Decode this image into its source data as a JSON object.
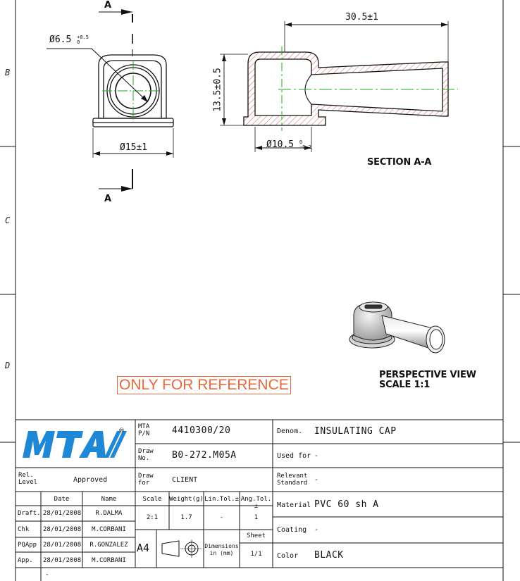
{
  "zones": [
    "B",
    "C",
    "D"
  ],
  "section_markers": {
    "top": "A",
    "bottom": "A"
  },
  "dimensions": {
    "cap_inner_dia": "Ø6.5",
    "cap_inner_tol_up": "+0.5",
    "cap_inner_tol_dn": "0",
    "base_dia": "Ø15±1",
    "length": "30.5±1",
    "height": "13.5±0.5",
    "section_inner_dia": "Ø10.5",
    "section_tol_up": "0",
    "section_tol_dn": "-0.2"
  },
  "labels": {
    "section": "SECTION A-A",
    "perspective": "PERSPECTIVE VIEW",
    "scale": "SCALE 1:1",
    "reference": "ONLY FOR REFERENCE"
  },
  "title_block": {
    "logo_text": "MTA",
    "logo_reg": "®",
    "pn_label_1": "MTA",
    "pn_label_2": "P/N",
    "pn_value": "4410300/20",
    "draw_no_label_1": "Draw",
    "draw_no_label_2": "No.",
    "draw_no_value": "B0-272.M05A",
    "draw_for_label_1": "Draw",
    "draw_for_label_2": "for",
    "draw_for_value": "CLIENT",
    "rel_level_1": "Rel.",
    "rel_level_2": "Level",
    "approved": "Approved",
    "denom_label": "Denom.",
    "denom_value": "INSULATING CAP",
    "used_for_label": "Used for",
    "used_for_value": "-",
    "relevant_label_1": "Relevant",
    "relevant_label_2": "Standard",
    "relevant_value": "-",
    "material_label": "Material",
    "material_value": "PVC 60 sh A",
    "coating_label": "Coating",
    "coating_value": "-",
    "color_label": "Color",
    "color_value": "BLACK",
    "headers": {
      "date": "Date",
      "name": "Name",
      "scale": "Scale",
      "weight": "Weight(g)",
      "lin_tol": "Lin.Tol.±",
      "ang_tol": "Ang.Tol.±"
    },
    "values": {
      "scale": "2:1",
      "weight": "1.7",
      "lin_tol": "-",
      "ang_tol": "1"
    },
    "sheet_label": "Sheet",
    "sheet_value": "1/1",
    "paper": "A4",
    "dims_label_1": "Dimensions",
    "dims_label_2": "in (mm)",
    "rows": [
      {
        "role": "Draft.",
        "date": "28/01/2008",
        "name": "R.DALMA"
      },
      {
        "role": "Chk",
        "date": "28/01/2008",
        "name": "M.CORBANI"
      },
      {
        "role": "PQApp",
        "date": "28/01/2008",
        "name": "R.GONZALEZ"
      },
      {
        "role": "App.",
        "date": "28/01/2008",
        "name": "M.CORBANI"
      }
    ],
    "footer_dash": "-"
  },
  "colors": {
    "hatch": "#e05a5a",
    "centerline": "#22aa22",
    "logo": "#1e88d6",
    "reference": "#e8683b"
  }
}
